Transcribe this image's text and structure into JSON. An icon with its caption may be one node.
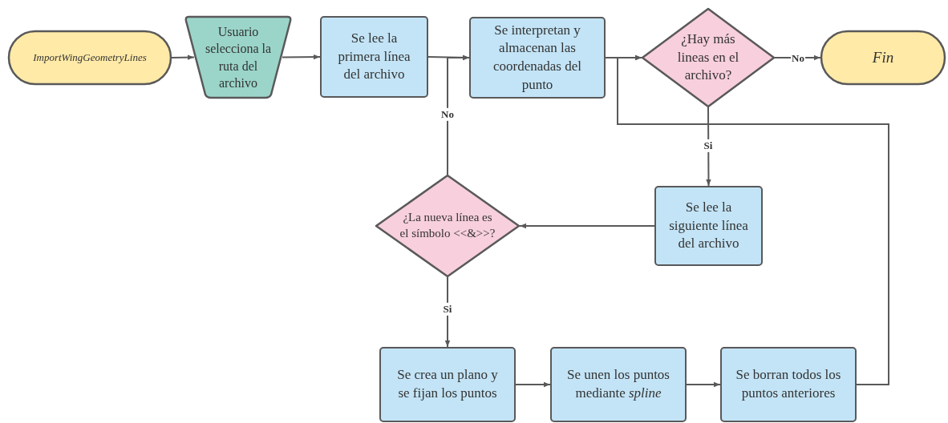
{
  "diagram": {
    "nodes": [
      {
        "text": [
          "ImportWingGeometryLines"
        ]
      },
      {
        "text": [
          "Usuario selecciona la ruta del archivo"
        ]
      },
      {
        "text": [
          "Se lee la primera línea del archivo"
        ]
      },
      {
        "text": [
          "Se interpretan y almacenan las coordenadas del punto"
        ]
      },
      {
        "text": [
          "¿Hay más lineas en el archivo?"
        ]
      },
      {
        "text": [
          "Fin"
        ]
      },
      {
        "text": [
          "Se lee la siguiente línea del archivo"
        ]
      },
      {
        "text": [
          "¿La nueva línea es el símbolo <<&>>?"
        ]
      },
      {
        "text": [
          "Se crea un plano y se fijan los puntos"
        ]
      },
      {
        "text": [
          "Se unen los puntos mediante *spline*"
        ]
      },
      {
        "text": [
          "Se borran todos los puntos anteriores"
        ]
      }
    ],
    "edges": [
      {
        "from": 0,
        "to": 1,
        "arrow": "to"
      },
      {
        "from": 1,
        "to": 2,
        "arrow": "to"
      },
      {
        "from": 2,
        "to": 3,
        "arrow": "to"
      },
      {
        "from": 3,
        "to": 4,
        "arrow": "to"
      },
      {
        "from": 4,
        "to": 5,
        "arrow": "to",
        "label": "No"
      },
      {
        "from": 4,
        "to": 6,
        "arrow": "to",
        "label": "Si"
      },
      {
        "from": 6,
        "to": 7,
        "arrow": "to"
      },
      {
        "from": 7,
        "to": 3,
        "arrow": "to",
        "label": "No"
      },
      {
        "from": 7,
        "to": 8,
        "arrow": "to",
        "label": "Si"
      },
      {
        "from": 8,
        "to": 9,
        "arrow": "to"
      },
      {
        "from": 9,
        "to": 10,
        "arrow": "to"
      },
      {
        "from": 10,
        "to": 4,
        "arrow": "to"
      }
    ]
  }
}
